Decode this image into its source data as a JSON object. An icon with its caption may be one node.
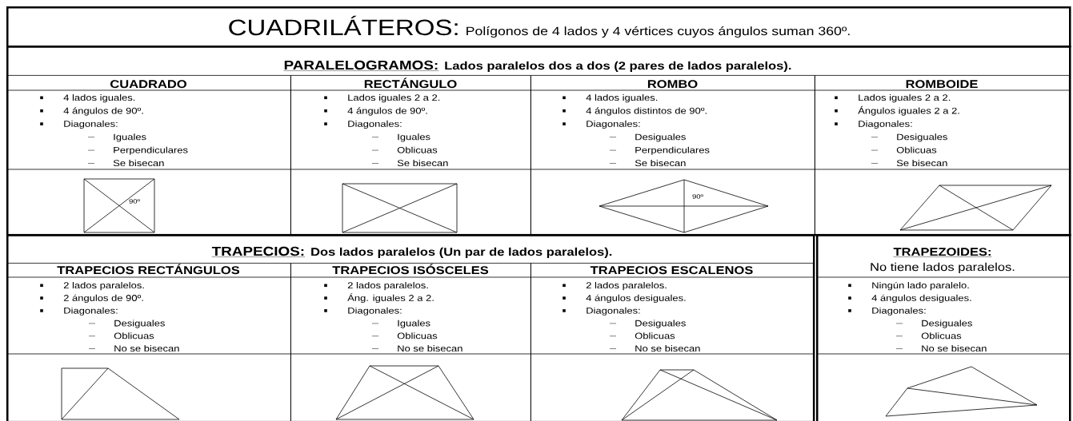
{
  "diagram": {
    "nodes": [
      {
        "text": [
          "CUADRILÁTEROS:",
          "Polígonos de 4 lados y 4 vértices cuyos ángulos suman 360º."
        ]
      },
      {
        "text": [
          "PARALELOGRAMOS:",
          "Lados paralelos dos a dos (2 pares de lados paralelos)."
        ]
      },
      {
        "text": [
          "CUADRADO",
          "4 lados iguales.",
          "4 ángulos de 90º.",
          "Diagonales:",
          "Iguales",
          "Perpendiculares",
          "Se bisecan",
          "90º"
        ],
        "in": 1
      },
      {
        "text": [
          "RECTÁNGULO",
          "Lados iguales 2 a 2.",
          "4 ángulos de 90º.",
          "Diagonales:",
          "Iguales",
          "Oblicuas",
          "Se bisecan"
        ],
        "in": 1
      },
      {
        "text": [
          "ROMBO",
          "4 lados iguales.",
          "4 ángulos distintos de 90º.",
          "Diagonales:",
          "Desiguales",
          "Perpendiculares",
          "Se bisecan",
          "90º"
        ],
        "in": 1
      },
      {
        "text": [
          "ROMBOIDE",
          "Lados iguales 2 a 2.",
          "Ángulos iguales 2 a 2.",
          "Diagonales:",
          "Desiguales",
          "Oblicuas",
          "Se bisecan"
        ],
        "in": 1
      },
      {
        "text": [
          "TRAPECIOS:",
          "Dos lados paralelos (Un par de lados paralelos)."
        ]
      },
      {
        "text": [
          "TRAPECIOS RECTÁNGULOS",
          "2 lados paralelos.",
          "2 ángulos de 90º.",
          "Diagonales:",
          "Desiguales",
          "Oblicuas",
          "No se bisecan"
        ],
        "in": 6
      },
      {
        "text": [
          "TRAPECIOS ISÓSCELES",
          "2 lados paralelos.",
          "Áng. iguales 2 a 2.",
          "Diagonales:",
          "Iguales",
          "Oblicuas",
          "No se bisecan"
        ],
        "in": 6
      },
      {
        "text": [
          "TRAPECIOS ESCALENOS",
          "2 lados paralelos.",
          "4 ángulos desiguales.",
          "Diagonales:",
          "Desiguales",
          "Oblicuas",
          "No se bisecan"
        ],
        "in": 6
      },
      {
        "text": [
          "TRAPEZOIDES:",
          "No tiene lados paralelos.",
          "Ningún lado paralelo.",
          "4 ángulos desiguales.",
          "Diagonales:",
          "Desiguales",
          "Oblicuas",
          "No se bisecan"
        ]
      }
    ]
  }
}
